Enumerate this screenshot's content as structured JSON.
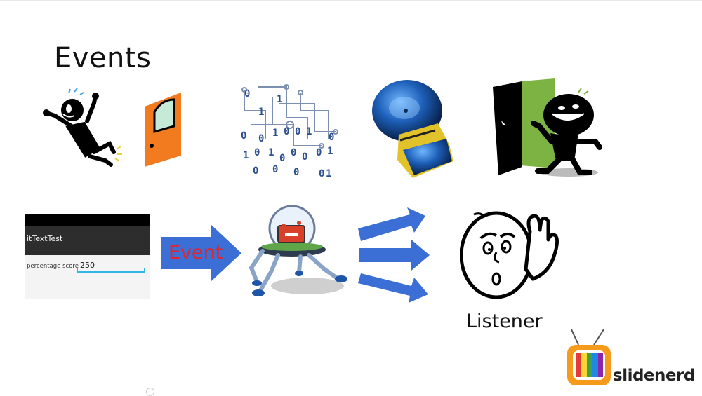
{
  "slide": {
    "title": "Events",
    "event_label": "Event",
    "listener_label": "Listener"
  },
  "phone_screenshot": {
    "app_title": "itTextTest",
    "field_label": "percentage score",
    "field_value": "250"
  },
  "branding": {
    "name": "slidenerd"
  },
  "colors": {
    "arrow_blue": "#3b6fd6",
    "event_red": "#e0242b",
    "door_orange": "#f27a1f",
    "door_green": "#7cb342",
    "field_underline": "#33b5e5"
  },
  "icons": [
    "stick-figure-icon",
    "orange-door-icon",
    "binary-circuit-icon",
    "alarm-bell-icon",
    "figure-door-icon",
    "robot-rover-icon",
    "listening-face-icon",
    "tv-logo-icon"
  ]
}
